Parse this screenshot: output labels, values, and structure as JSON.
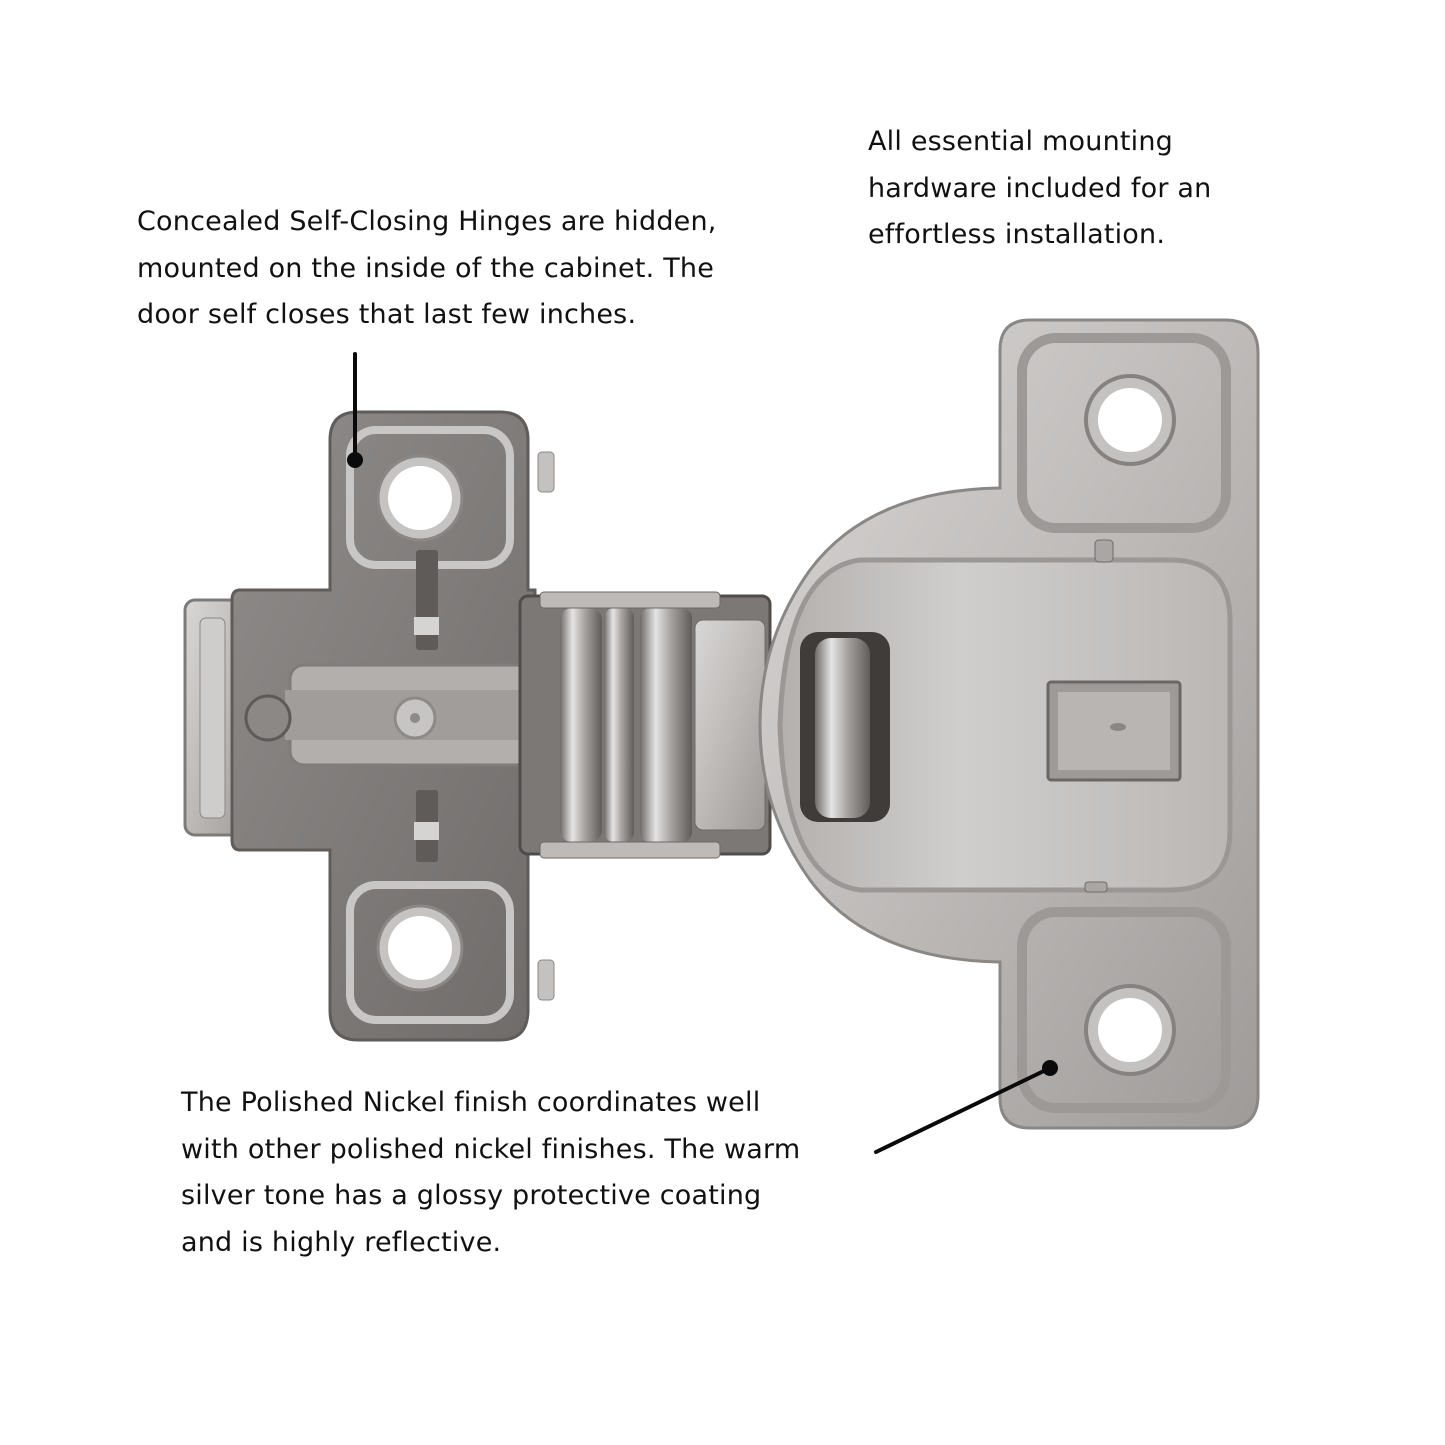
{
  "product": {
    "subject": "Concealed self-closing cabinet hinge",
    "finish_color": "#c4c2c0"
  },
  "callouts": {
    "top_left": {
      "lines": [
        "Concealed Self-Closing Hinges are hidden,",
        "mounted on the inside of the cabinet. The",
        "door self closes that last few inches."
      ]
    },
    "top_right": {
      "lines": [
        "All essential mounting",
        "hardware included for an",
        "effortless installation."
      ]
    },
    "bottom": {
      "lines": [
        "The Polished Nickel finish coordinates well",
        "with other polished nickel finishes. The warm",
        "silver tone has a glossy protective coating",
        "and is highly reflective."
      ]
    }
  },
  "colors": {
    "background": "#ffffff",
    "text": "#111111",
    "leader_line": "#0a0a0a"
  }
}
